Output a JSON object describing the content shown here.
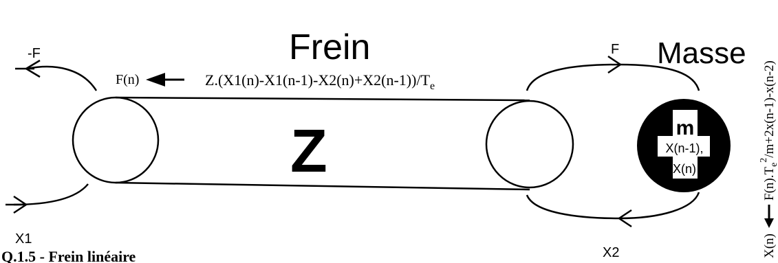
{
  "title_frein": "Frein",
  "title_masse": "Masse",
  "label_neg_f": "-F",
  "label_f": "F",
  "label_fn": "F(n)",
  "formula_main": "Z.(X1(n)-X1(n-1)-X2(n)+X2(n-1))/T",
  "formula_main_sub": "e",
  "label_z": "Z",
  "label_m": "m",
  "label_xn1": "X(n-1),",
  "label_xn": "X(n)",
  "label_x1": "X1",
  "label_x2": "X2",
  "caption": "Q.1.5 - Frein linéaire",
  "side_formula_head": "X(n)",
  "side_formula_part1": "F(n).T",
  "side_formula_sub": "e",
  "side_formula_sup": "2",
  "side_formula_part2": "/m+2x(n-1)-x(n-2)"
}
